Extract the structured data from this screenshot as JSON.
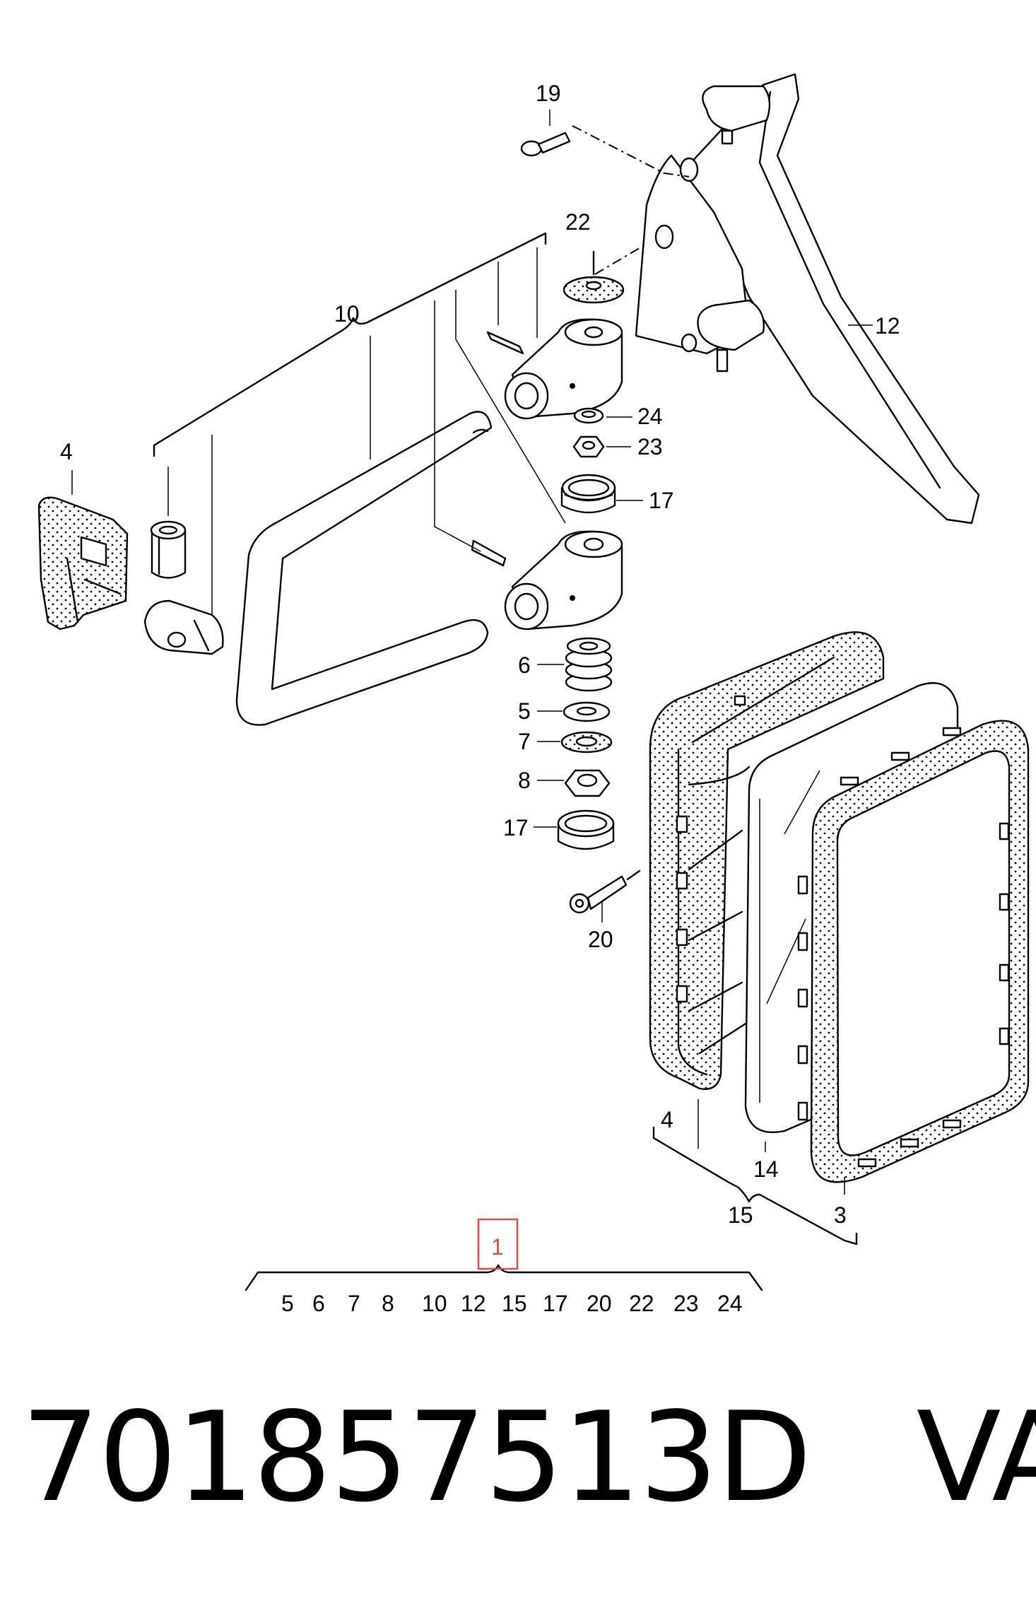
{
  "diagram": {
    "callouts": {
      "c19": "19",
      "c22": "22",
      "c10": "10",
      "c12": "12",
      "c4_left": "4",
      "c24": "24",
      "c23": "23",
      "c17_top": "17",
      "c6": "6",
      "c5": "5",
      "c7": "7",
      "c8": "8",
      "c17_bottom": "17",
      "c20": "20",
      "c4_bottom": "4",
      "c14": "14",
      "c15": "15",
      "c3": "3"
    },
    "assembly": {
      "label": "1",
      "contents": [
        "5",
        "6",
        "7",
        "8",
        "10",
        "12",
        "15",
        "17",
        "20",
        "22",
        "23",
        "24"
      ]
    },
    "colors": {
      "selection": "#d94b4b",
      "ink": "#000000"
    }
  },
  "caption": {
    "part_number": "701857513D",
    "brand": "VAG"
  }
}
